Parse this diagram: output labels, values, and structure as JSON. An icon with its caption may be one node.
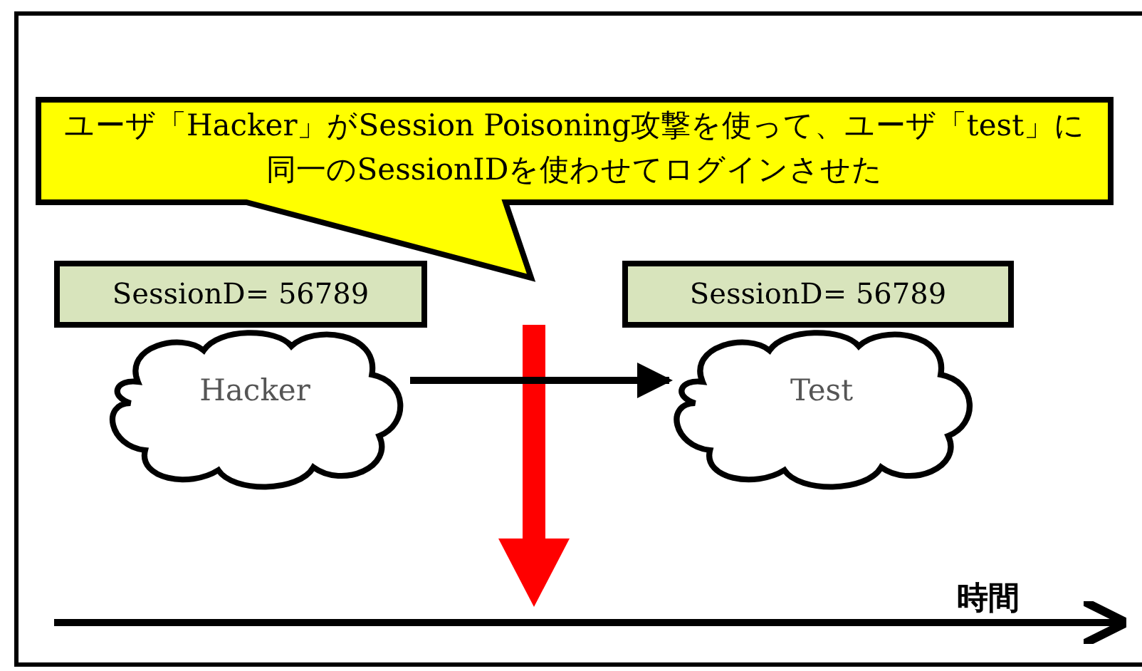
{
  "diagram": {
    "nodes": [
      {
        "text": [
          "ユーザ「Hacker」がSession Poisoning攻撃を使って、ユーザ「test」に同一のSessionIDを使わせてログインさせた"
        ]
      },
      {
        "text": [
          "SessionD= 56789"
        ]
      },
      {
        "text": [
          "Hacker"
        ]
      },
      {
        "text": [
          "SessionD= 56789"
        ]
      },
      {
        "text": [
          "Test"
        ]
      }
    ],
    "edges": [
      {
        "from": 2,
        "to": 4,
        "arrow": "to"
      }
    ],
    "labels": [
      "時間"
    ]
  }
}
